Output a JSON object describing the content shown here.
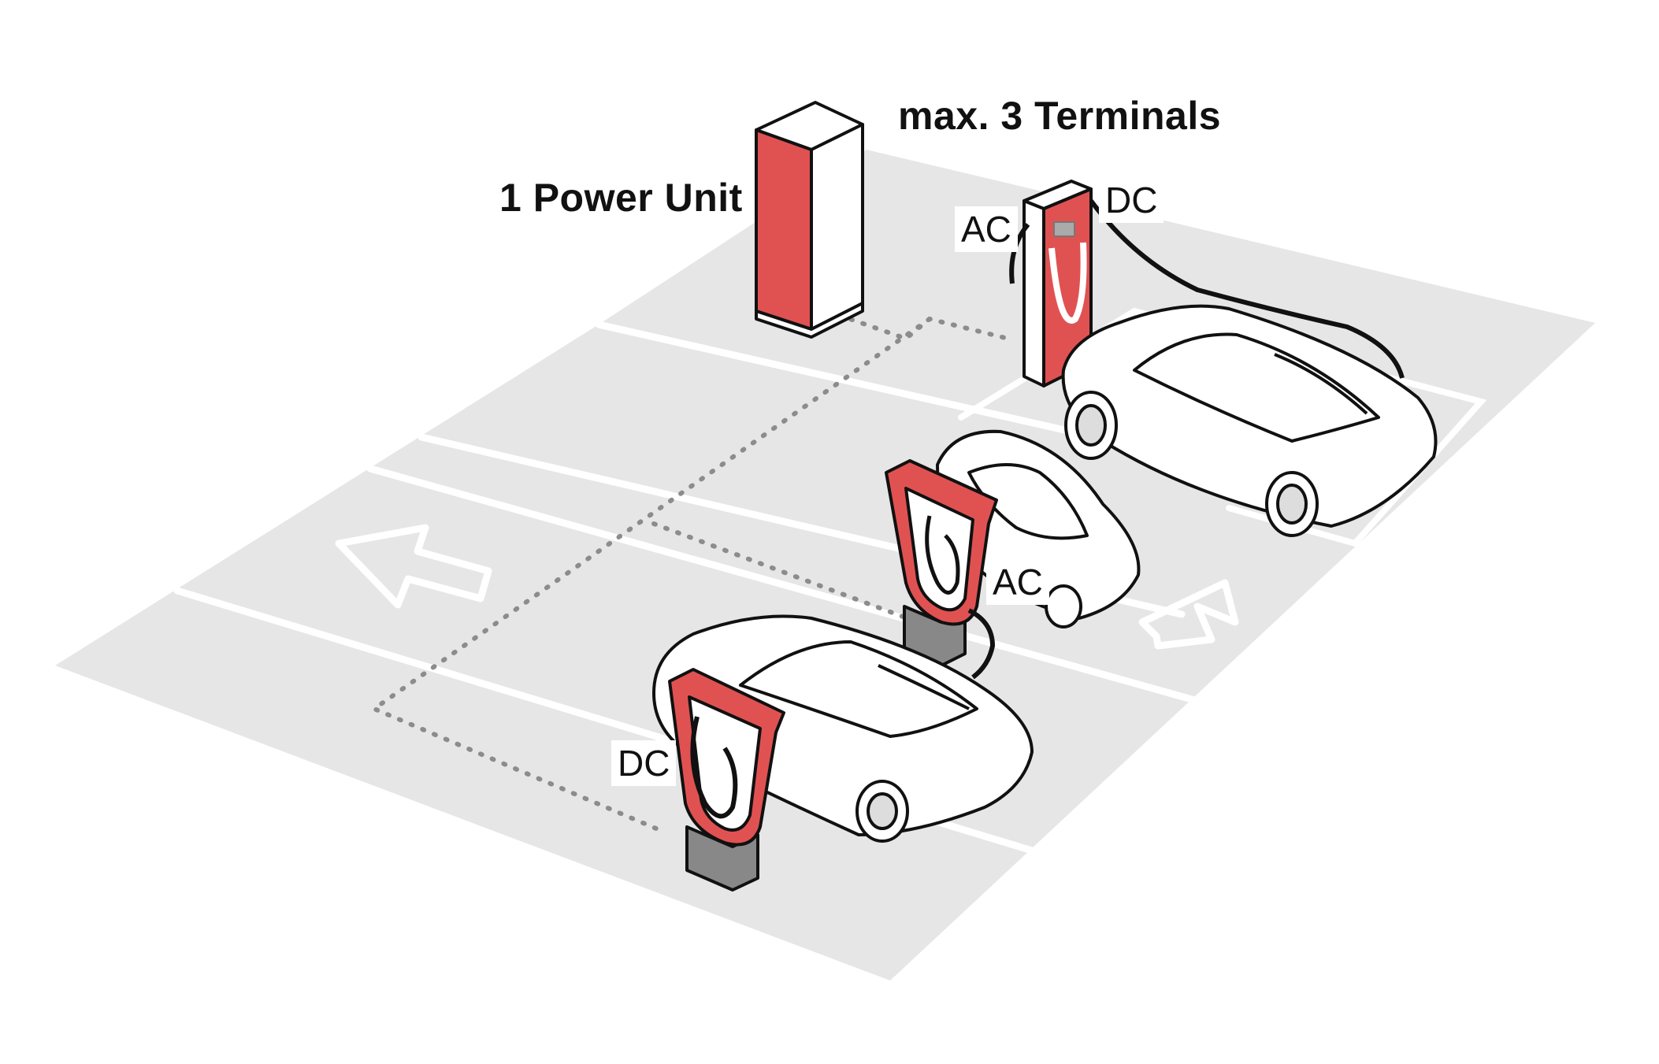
{
  "labels": {
    "power_unit": "1 Power Unit",
    "terminals": "max. 3 Terminals",
    "terminal_top_ac": "AC",
    "terminal_top_dc": "DC",
    "terminal_mid_ac": "AC",
    "terminal_front_dc": "DC"
  },
  "colors": {
    "accent_red": "#e05252",
    "ground": "#e6e6e6",
    "outline": "#111111",
    "cable_path": "#8c8c8c"
  },
  "icons": {
    "power_unit": "power-cabinet-icon",
    "terminal_wall": "wall-charger-icon",
    "terminal_arch": "arch-charger-icon",
    "car": "electric-car-icon",
    "direction_arrow": "arrow-icon"
  }
}
